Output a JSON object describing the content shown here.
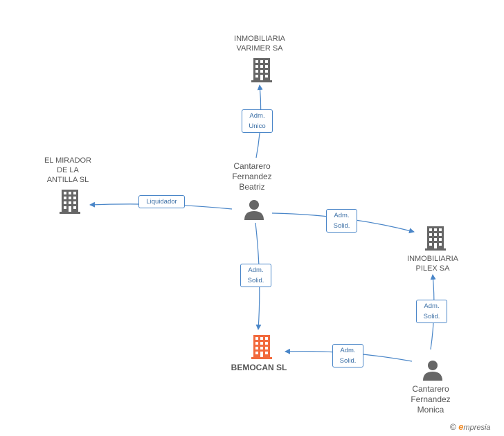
{
  "nodes": {
    "varimer": {
      "label": "INMOBILIARIA\nVARIMER SA",
      "type": "company"
    },
    "mirador": {
      "label": "EL MIRADOR\nDE LA\nANTILLA SL",
      "type": "company"
    },
    "pilex": {
      "label": "INMOBILIARIA\nPILEX SA",
      "type": "company"
    },
    "bemocan": {
      "label": "BEMOCAN SL",
      "type": "company-focus"
    },
    "beatriz": {
      "label": "Cantarero\nFernandez\nBeatriz",
      "type": "person"
    },
    "monica": {
      "label": "Cantarero\nFernandez\nMonica",
      "type": "person"
    }
  },
  "edges": {
    "beatriz_varimer": "Adm.\nUnico",
    "beatriz_mirador": "Liquidador",
    "beatriz_pilex": "Adm.\nSolid.",
    "beatriz_bemocan": "Adm.\nSolid.",
    "monica_pilex": "Adm.\nSolid.",
    "monica_bemocan": "Adm.\nSolid."
  },
  "colors": {
    "company_icon": "#666666",
    "focus_icon": "#f26a3d",
    "person_icon": "#666666",
    "edge": "#4a86c8"
  },
  "footer": {
    "copyright": "©",
    "brand_initial": "e",
    "brand_rest": "mpresia"
  }
}
